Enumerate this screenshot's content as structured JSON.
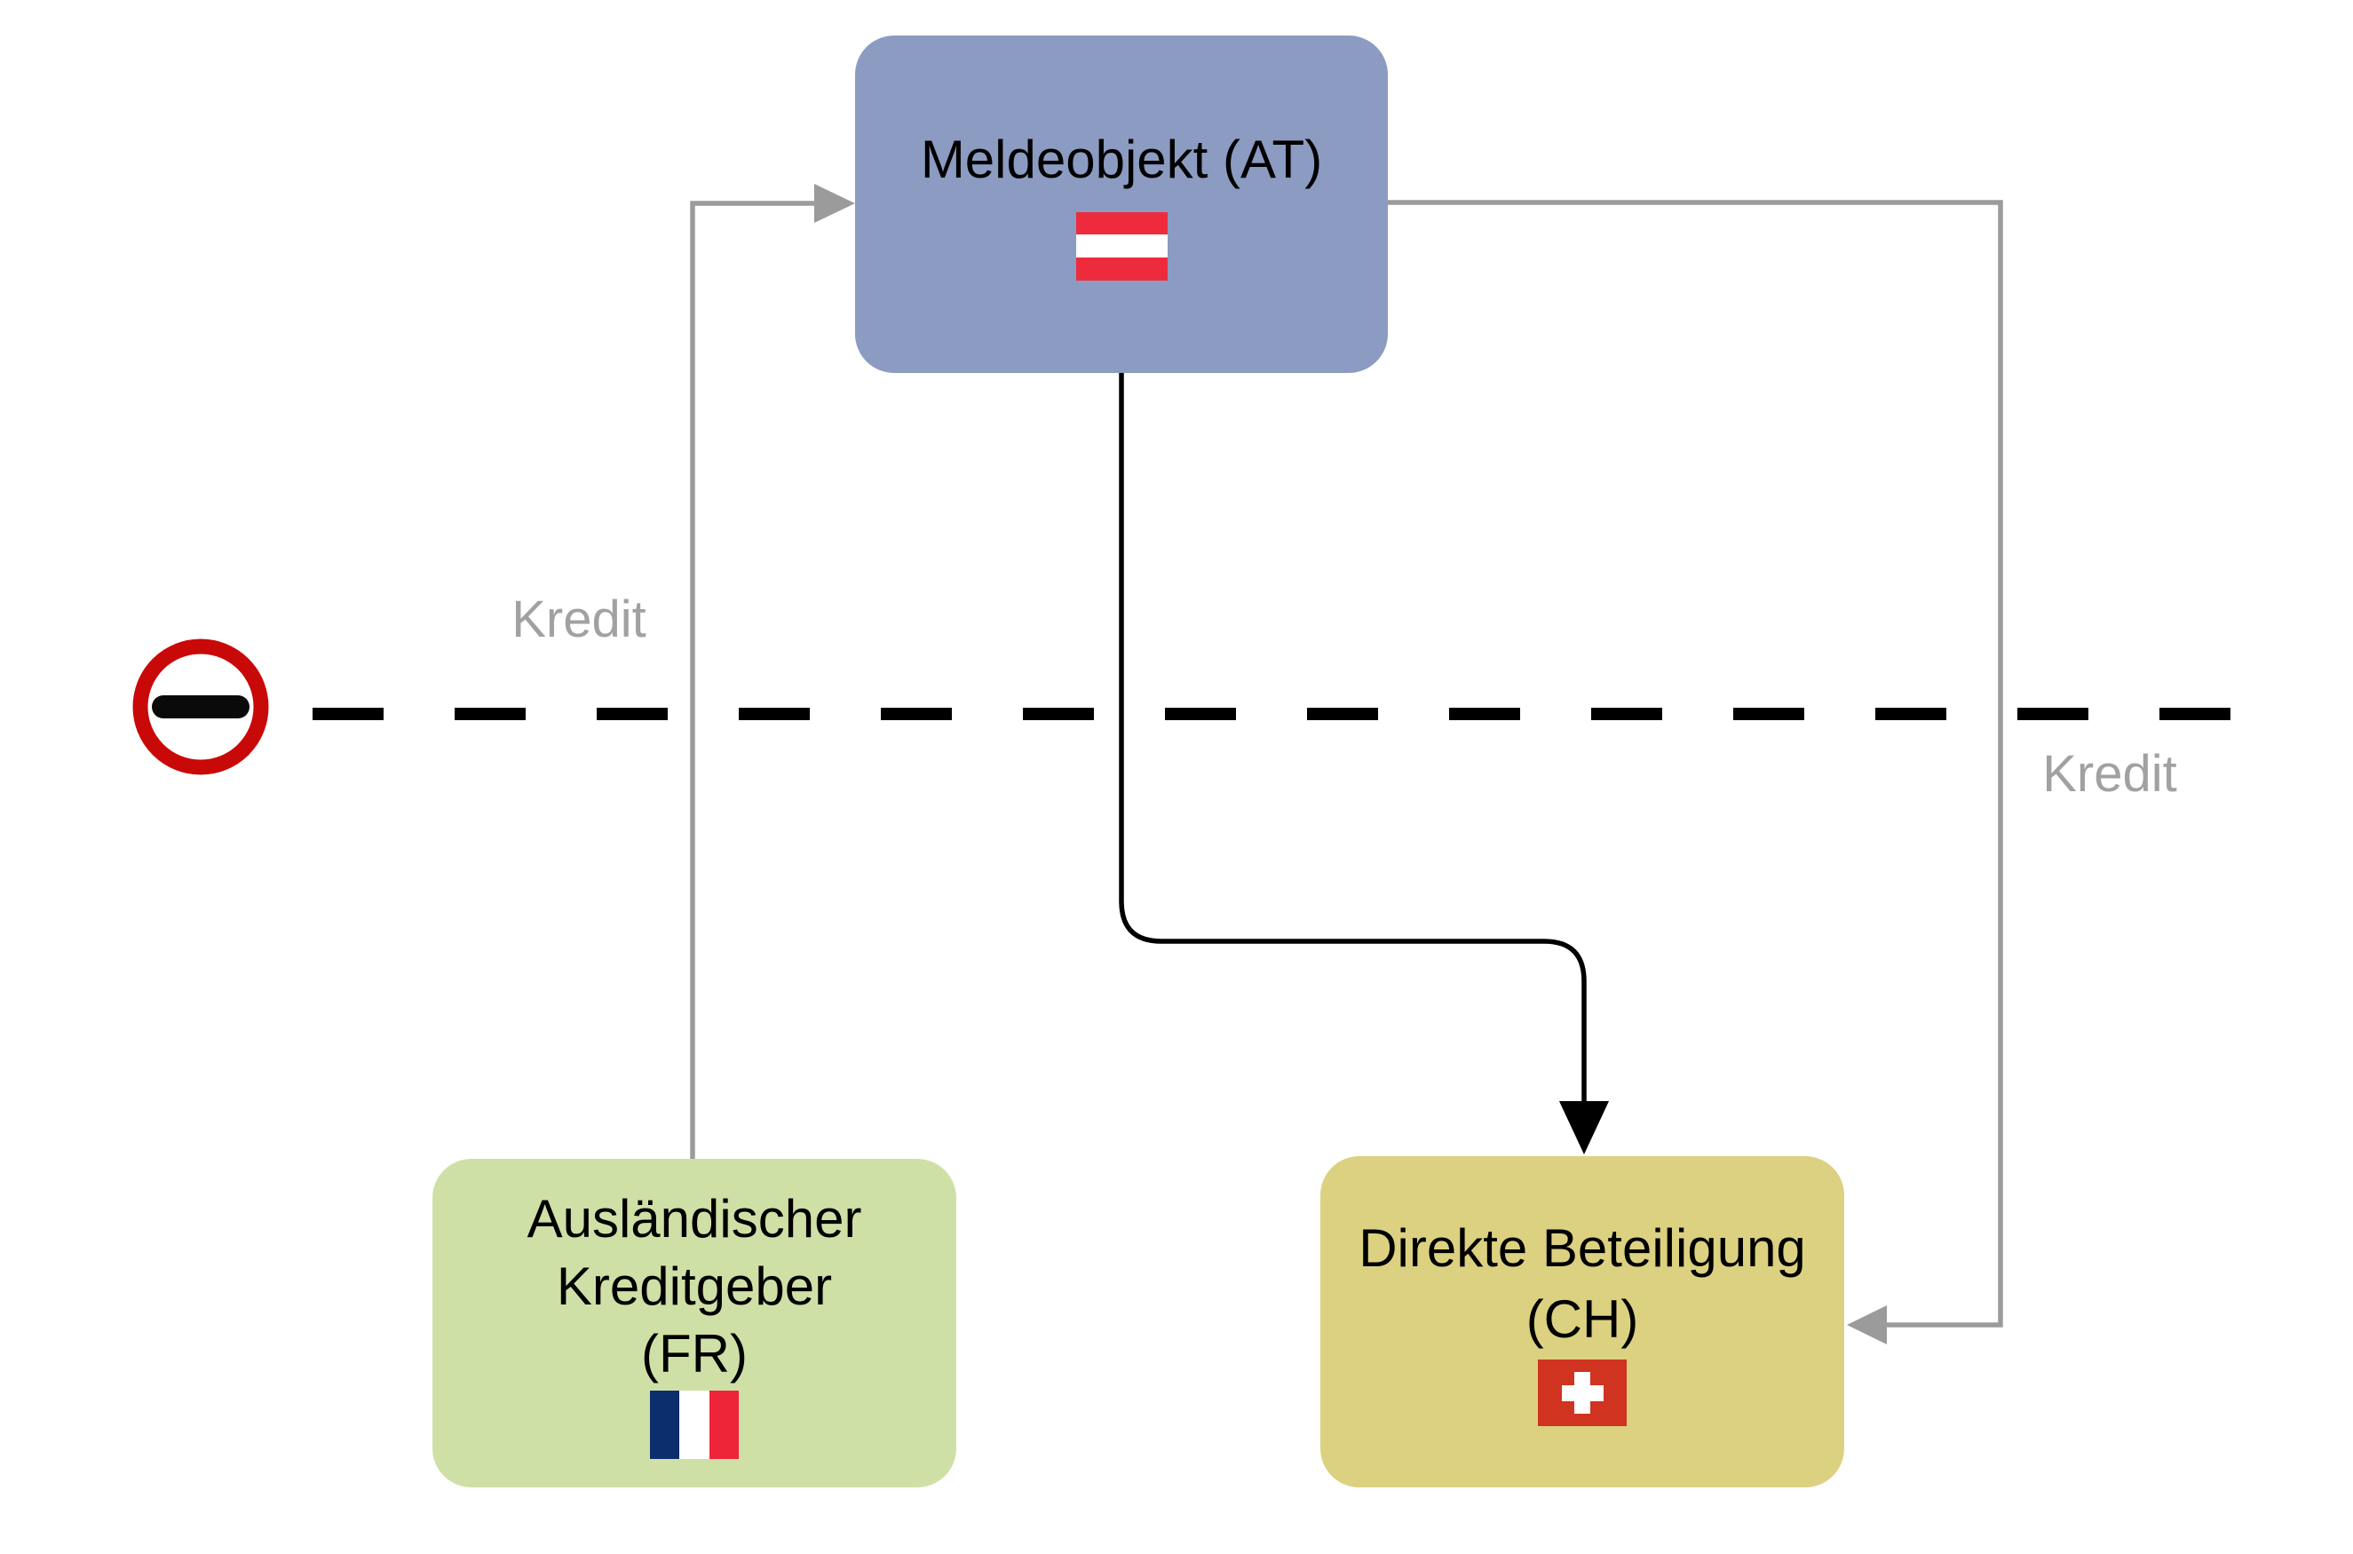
{
  "diagram": {
    "nodes": {
      "meldeobjekt": {
        "label": "Meldeobjekt (AT)",
        "country_code": "AT",
        "flag": "austria-flag"
      },
      "kreditgeber": {
        "line1": "Ausländischer",
        "line2": "Kreditgeber",
        "line3": "(FR)",
        "country_code": "FR",
        "flag": "france-flag"
      },
      "beteiligung": {
        "line1": "Direkte Beteiligung",
        "line2": "(CH)",
        "country_code": "CH",
        "flag": "switzerland-flag"
      }
    },
    "edges": {
      "kredit_left_label": "Kredit",
      "kredit_right_label": "Kredit"
    }
  },
  "colors": {
    "background": "#ffffff",
    "node_at_fill": "#8b9bc1",
    "node_fr_fill": "#cfe0a7",
    "node_ch_fill": "#dcd180",
    "text_black": "#000000",
    "label_gray": "#a1a1a1",
    "connector_gray": "#9b9b9b",
    "connector_black": "#000000",
    "dash_black": "#000000",
    "no_entry_ring": "#c90808",
    "no_entry_bar": "#0a0a0a",
    "flag_red_at": "#ed2b3c",
    "flag_blue_fr": "#0d2e6d",
    "flag_red_fr": "#ee2438",
    "flag_red_ch": "#d0331f",
    "flag_white": "#ffffff"
  }
}
